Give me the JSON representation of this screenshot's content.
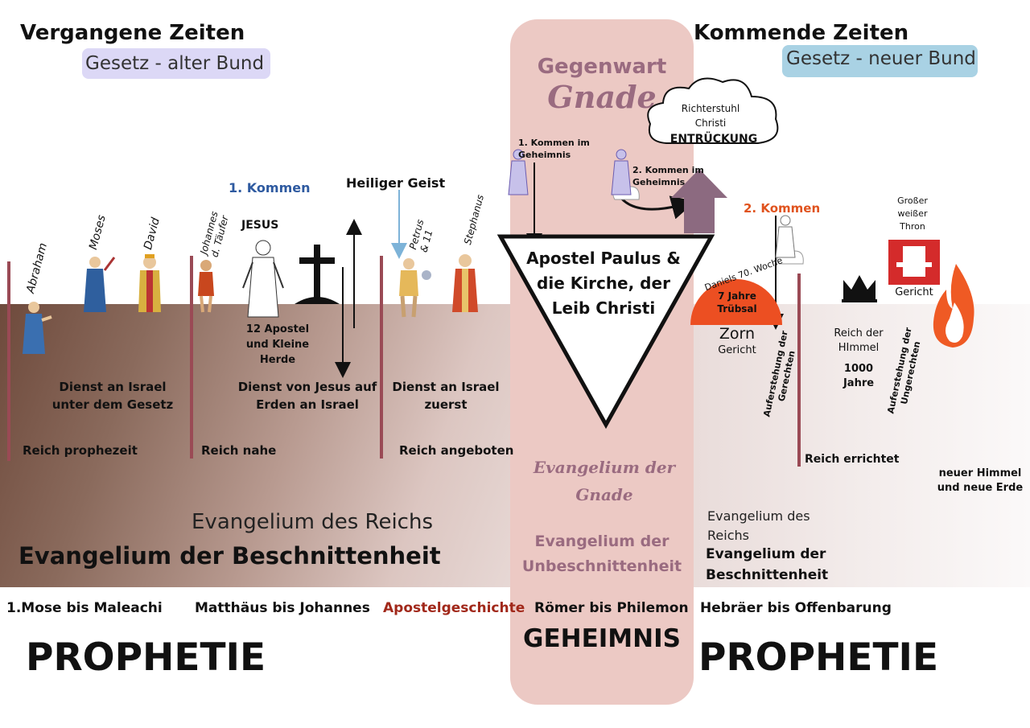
{
  "colors": {
    "pillar": "#ecc9c4",
    "pill_left": "#dcd8f6",
    "pill_right": "#a9d2e4",
    "blue_heading": "#2e5aa0",
    "orange_heading": "#e0531e",
    "mauve_text": "#9a6b80",
    "dark_red_text": "#a1281a",
    "band_dark": "#6e4a3c",
    "line": "#9a4a55"
  },
  "header": {
    "left_title": "Vergangene Zeiten",
    "left_pill": "Gesetz - alter Bund",
    "right_title": "Kommende Zeiten",
    "right_pill": "Gesetz - neuer Bund",
    "center_title": "Gegenwart",
    "center_subtitle": "Gnade"
  },
  "persons": {
    "abraham": "Abraham",
    "moses": "Moses",
    "david": "David",
    "johannes": "Johannes d. Täufer",
    "jesus": "JESUS",
    "petrus": "Petrus & 11",
    "stephanus": "Stephanus"
  },
  "labels": {
    "first_coming": "1. Kommen",
    "holy_spirit": "Heiliger Geist",
    "apostles": "12 Apostel und Kleine Herde",
    "service_israel_law": "Dienst an Israel unter dem Gesetz",
    "service_jesus": "Dienst von Jesus auf Erden an Israel",
    "service_israel_first": "Dienst an Israel zuerst",
    "kingdom_prophesied": "Reich prophezeit",
    "kingdom_near": "Reich nahe",
    "kingdom_offered": "Reich angeboten",
    "gospel_kingdom": "Evangelium des Reichs",
    "gospel_circumcision": "Evangelium der Beschnittenheit",
    "mystery_first_coming": "1. Kommen im Geheimnis",
    "mystery_second_coming": "2. Kommen im Geheimnis",
    "church": "Apostel Paulus & die Kirche, der Leib Christi",
    "gospel_grace": "Evangelium der Gnade",
    "gospel_uncircumcision": "Evangelium der Unbeschnittenheit",
    "judgment_seat": "Richterstuhl Christi",
    "rapture": "ENTRÜCKUNG",
    "second_coming": "2. Kommen",
    "daniel_week": "Daniels 70. Woche",
    "tribulation": "7 Jahre Trübsal",
    "wrath": "Zorn",
    "judgment_small": "Gericht",
    "resurrection_righteous": "Auferstehung der Gerechten",
    "kingdom_heaven": "Reich der HImmel",
    "thousand_years": "1000 Jahre",
    "resurrection_unrighteous": "Auferstehung der Ungerechten",
    "great_white_throne": "Großer weißer Thron",
    "judgment": "Gericht",
    "kingdom_established": "Reich errichtet",
    "new_heaven": "neuer Himmel und neue  Erde",
    "gospel_kingdom_right": "Evangelium des Reichs",
    "gospel_circumcision_right": "Evangelium der Beschnittenheit"
  },
  "books": {
    "ot": "1.Mose bis Maleachi",
    "gospels": "Matthäus bis Johannes",
    "acts": "Apostelgeschichte",
    "pauline": "Römer bis Philemon",
    "hebrews_rev": "Hebräer bis Offenbarung"
  },
  "footer": {
    "prophecy_left": "PROPHETIE",
    "mystery": "GEHEIMNIS",
    "prophecy_right": "PROPHETIE"
  }
}
